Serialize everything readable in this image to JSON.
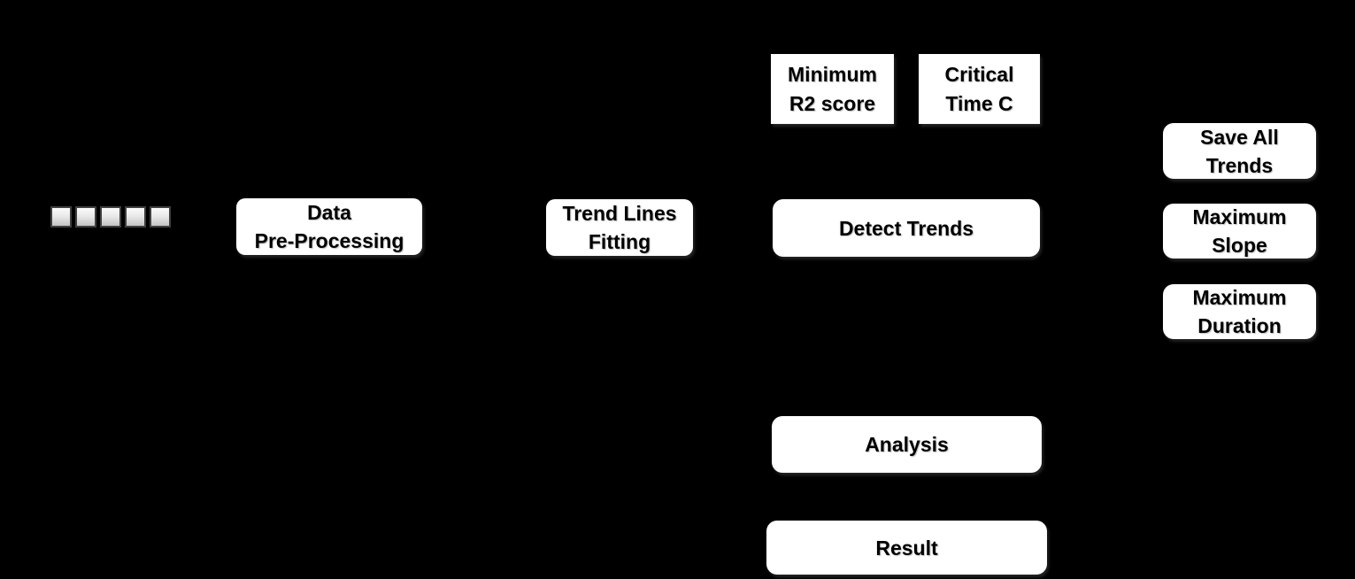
{
  "diagram": {
    "description": "Trend detection pipeline flowchart",
    "colors": {
      "background": "#000000",
      "box_fill": "#ffffff",
      "box_text": "#000000",
      "square_border": "#3f3f3f",
      "square_fill_light": "#fbfbfb",
      "square_fill_dark": "#c4c4c4"
    },
    "input_squares": {
      "count": 5,
      "meaning": "input-data-series-icon"
    },
    "nodes": {
      "data_pre_processing": {
        "label": "Data\nPre-Processing"
      },
      "trend_lines_fitting": {
        "label": "Trend Lines\nFitting"
      },
      "minimum_r2": {
        "label": "Minimum\nR2 score"
      },
      "critical_time": {
        "label": "Critical\nTime C"
      },
      "detect_trends": {
        "label": "Detect Trends"
      },
      "save_all_trends": {
        "label": "Save All\nTrends"
      },
      "maximum_slope": {
        "label": "Maximum\nSlope"
      },
      "maximum_duration": {
        "label": "Maximum\nDuration"
      },
      "analysis": {
        "label": "Analysis"
      },
      "result": {
        "label": "Result"
      }
    }
  }
}
